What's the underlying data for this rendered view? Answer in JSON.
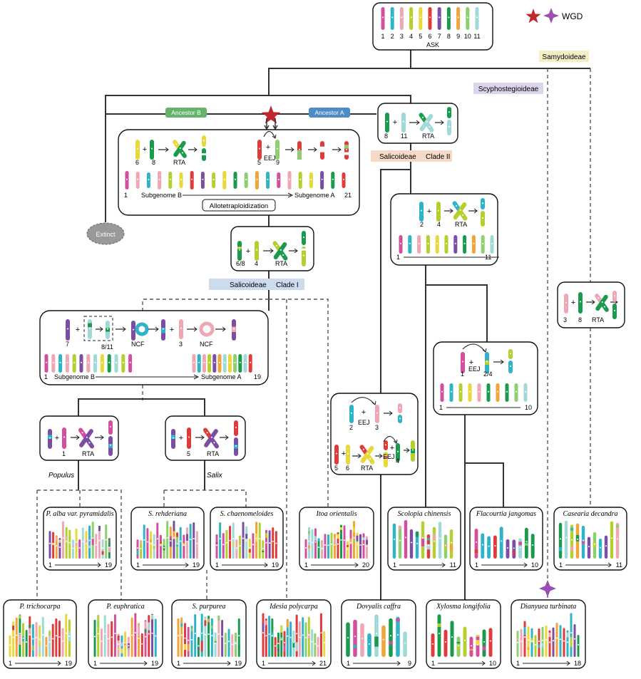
{
  "legend": {
    "wgd": "WGD"
  },
  "ask": {
    "numbers": [
      "1",
      "2",
      "3",
      "4",
      "5",
      "6",
      "7",
      "8",
      "9",
      "10",
      "11"
    ],
    "label": "ASK"
  },
  "clades": {
    "samydoideae": "Samydoideae",
    "scyphostegioideae": "Scyphostegioideae",
    "salicoideae_clade2": [
      "Salicoideae",
      "Clade II"
    ],
    "salicoideae_clade1": [
      "Salicoideae",
      "Clade I"
    ]
  },
  "ancestors": {
    "b": "Ancestor B",
    "a": "Ancestor A"
  },
  "extinct": "Extinct",
  "allo": {
    "n6": "6",
    "n8": "8",
    "rta": "RTA",
    "n5": "5",
    "eej": "EEJ",
    "n9": "9",
    "n1": "1",
    "subB": "Subgenome B",
    "subA": "Subgenome A",
    "n21": "21",
    "caption": "Allotetraploidization"
  },
  "c2root": {
    "n8": "8",
    "n11": "11",
    "rta": "RTA"
  },
  "c1root": {
    "n68": "6/8",
    "n4": "4",
    "rta": "RTA"
  },
  "c1wgd": {
    "n7": "7",
    "n811": "8/11",
    "ncf": "NCF",
    "n3": "3",
    "ncf2": "NCF",
    "n1": "1",
    "subB": "Subgenome B",
    "subA": "Subgenome A",
    "n19": "19"
  },
  "populus": {
    "n1": "1",
    "rta": "RTA",
    "name": "Populus"
  },
  "salix": {
    "n5": "5",
    "rta": "RTA",
    "name": "Salix"
  },
  "c2a": {
    "n2": "2",
    "n4": "4",
    "rta": "RTA",
    "n1": "1",
    "n11": "11"
  },
  "scolo": {
    "n1": "1",
    "eej": "EEJ",
    "n24": "2/4",
    "s1": "1",
    "s10": "10"
  },
  "dovy": {
    "n2": "2",
    "eej": "EEJ",
    "n3": "3",
    "n5": "5",
    "n6": "6",
    "rta": "RTA",
    "eej2": "EEJ",
    "n4": "4"
  },
  "casa": {
    "n3": "3",
    "n8": "8",
    "rta": "RTA"
  },
  "species": [
    {
      "name": "P. alba var. pyramidalis",
      "start": "1",
      "end": "19"
    },
    {
      "name": "S. rehderiana",
      "start": "1",
      "end": "19"
    },
    {
      "name": "S. chaenomeloides",
      "start": "1",
      "end": "19"
    },
    {
      "name": "Itoa orientalis",
      "start": "1",
      "end": "20"
    },
    {
      "name": "Scolopia chinensis",
      "start": "1",
      "end": "11"
    },
    {
      "name": "Flacourtia jangomas",
      "start": "1",
      "end": "10"
    },
    {
      "name": "Casearia decandra",
      "start": "1",
      "end": "11"
    },
    {
      "name": "P. trichocarpa",
      "start": "1",
      "end": "19"
    },
    {
      "name": "P. euphratica",
      "start": "1",
      "end": "19"
    },
    {
      "name": "S. purpurea",
      "start": "1",
      "end": "19"
    },
    {
      "name": "Idesia polycarpa",
      "start": "1",
      "end": "21"
    },
    {
      "name": "Dovyalis caffra",
      "start": "1",
      "end": "9"
    },
    {
      "name": "Xylosma longifolia",
      "start": "1",
      "end": "10"
    },
    {
      "name": "Dianyuea turbinata",
      "start": "1",
      "end": "18"
    }
  ],
  "colors": [
    "#d34e9c",
    "#2fb3c7",
    "#f1a7b3",
    "#b5cf2f",
    "#e8d83a",
    "#e03b3b",
    "#7c4ea3",
    "#1a9a4d",
    "#f0a43a",
    "#8ccf6e",
    "#9fd9d8"
  ]
}
